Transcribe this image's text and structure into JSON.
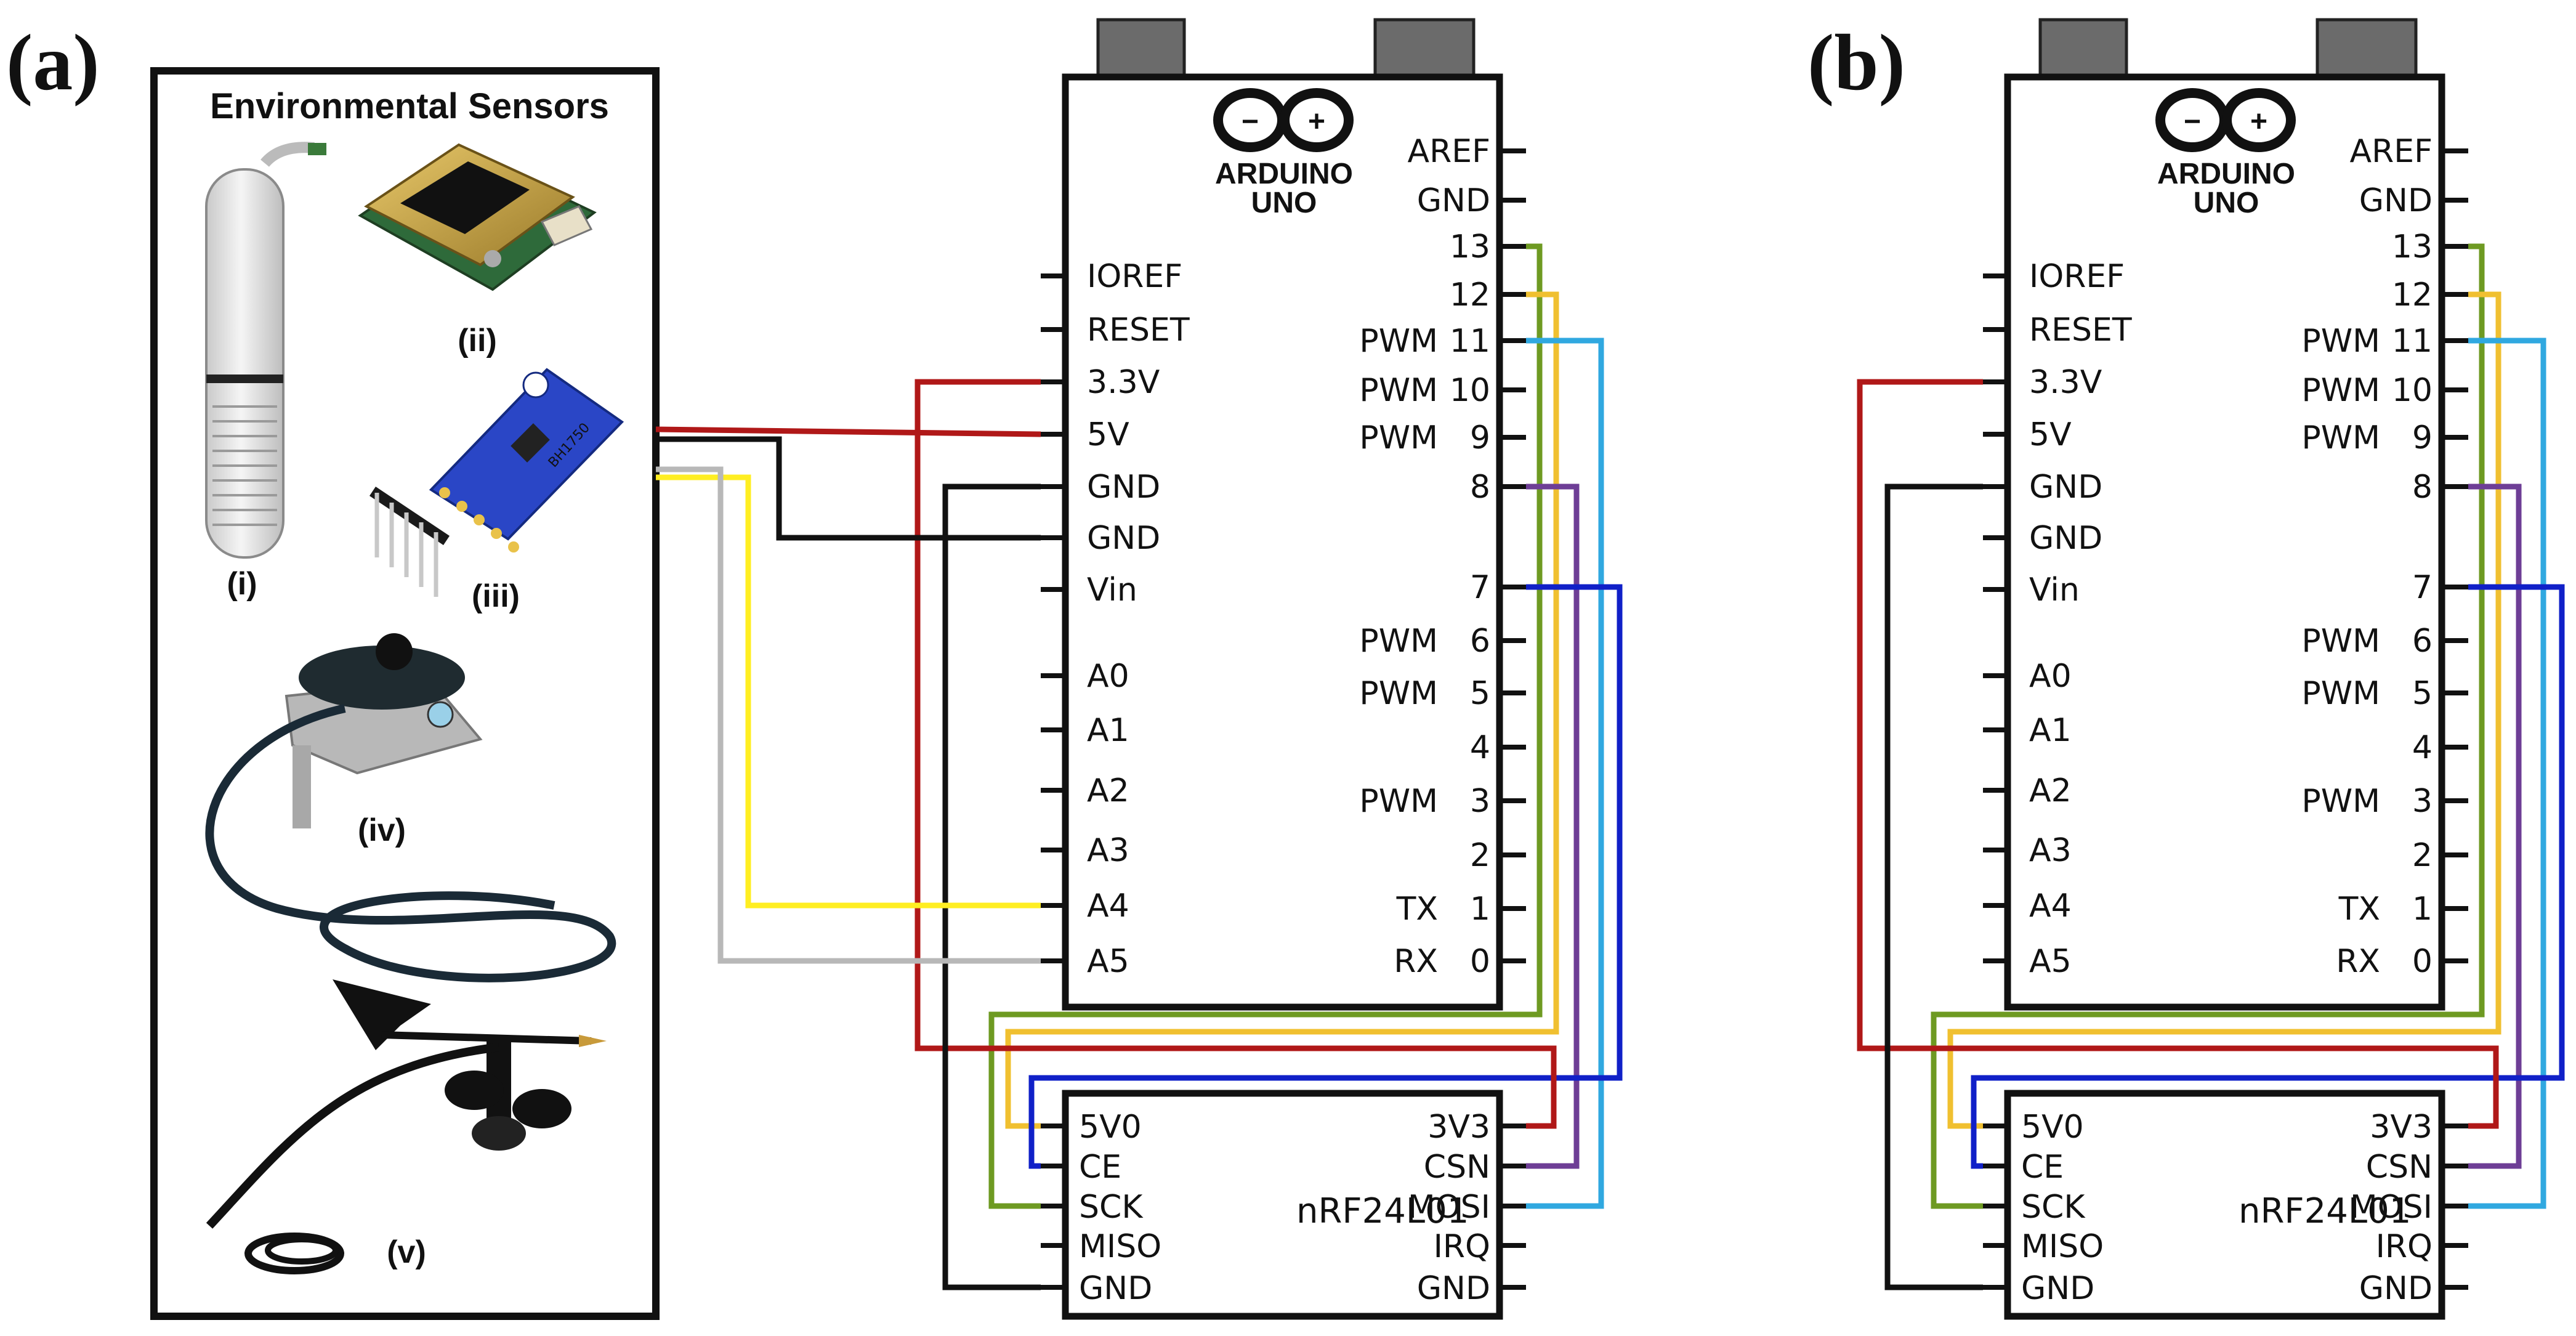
{
  "panels": [
    {
      "label": "(a)",
      "with_sensors": true,
      "sensors": {
        "title": "Environmental Sensors",
        "items": [
          {
            "tag": "(i)",
            "icon": "temperature-humidity-probe-icon"
          },
          {
            "tag": "(ii)",
            "icon": "co2-sensor-board-icon"
          },
          {
            "tag": "(iii)",
            "icon": "bh1750-light-sensor-icon"
          },
          {
            "tag": "(iv)",
            "icon": "pyranometer-icon"
          },
          {
            "tag": "(v)",
            "icon": "anemometer-wind-vane-icon"
          }
        ],
        "module_label": "BH1750"
      }
    },
    {
      "label": "(b)",
      "with_sensors": false
    }
  ],
  "arduino": {
    "logo_line1": "ARDUINO",
    "logo_line2": "UNO",
    "logo_minus": "−",
    "logo_plus": "+",
    "left_pins": [
      "IOREF",
      "RESET",
      "3.3V",
      "5V",
      "GND",
      "GND",
      "Vin",
      "A0",
      "A1",
      "A2",
      "A3",
      "A4",
      "A5"
    ],
    "right_pins": [
      {
        "pwm": "",
        "num": "AREF"
      },
      {
        "pwm": "",
        "num": "GND"
      },
      {
        "pwm": "",
        "num": "13"
      },
      {
        "pwm": "",
        "num": "12"
      },
      {
        "pwm": "PWM",
        "num": "11"
      },
      {
        "pwm": "PWM",
        "num": "10"
      },
      {
        "pwm": "PWM",
        "num": "9"
      },
      {
        "pwm": "",
        "num": "8"
      },
      {
        "pwm": "",
        "num": "7"
      },
      {
        "pwm": "PWM",
        "num": "6"
      },
      {
        "pwm": "PWM",
        "num": "5"
      },
      {
        "pwm": "",
        "num": "4"
      },
      {
        "pwm": "PWM",
        "num": "3"
      },
      {
        "pwm": "",
        "num": "2"
      },
      {
        "pwm": "TX",
        "num": "1"
      },
      {
        "pwm": "RX",
        "num": "0"
      }
    ]
  },
  "radio": {
    "name": "nRF24L01",
    "left_pins": [
      "5V0",
      "CE",
      "SCK",
      "MISO",
      "GND"
    ],
    "right_pins": [
      "3V3",
      "CSN",
      "MOSI",
      "IRQ",
      "GND"
    ]
  },
  "wire_colors": {
    "power_3v3": "#b01818",
    "sensor_5v": "#b01818",
    "ground": "#111111",
    "sda_a4": "#ffee22",
    "scl_a5": "#b8b8b8",
    "pin13_sck": "#6e9a22",
    "pin12_5v0": "#f0c030",
    "pin11_mosi": "#30a8e0",
    "pin8_csn": "#6e3e96",
    "pin7_ce": "#1020c8"
  }
}
